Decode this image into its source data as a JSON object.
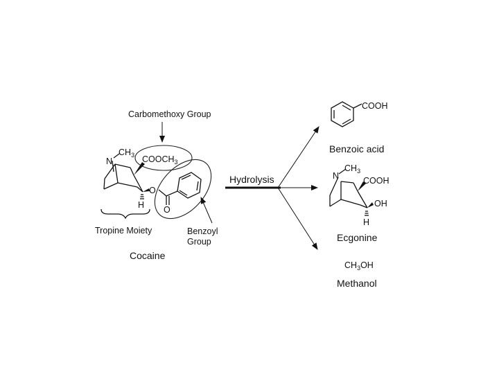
{
  "labels": {
    "carbomethoxy": "Carbomethoxy  Group",
    "tropine": "Tropine Moiety",
    "benzoyl_line1": "Benzoyl",
    "benzoyl_line2": "Group",
    "cocaine": "Cocaine",
    "hydrolysis": "Hydrolysis",
    "benzoic_acid": "Benzoic acid",
    "ecgonine": "Ecgonine",
    "methanol": "Methanol"
  },
  "atoms": {
    "cocaine_n": "N",
    "cocaine_ch": "CH",
    "cocaine_ch_sub": "3",
    "cocaine_ester": "COOCH",
    "cocaine_ester_sub": "3",
    "cocaine_o": "O",
    "cocaine_carbonyl_o": "O",
    "cocaine_h": "H",
    "benzoic_cooh": "COOH",
    "ecg_n": "N",
    "ecg_ch": "CH",
    "ecg_ch_sub": "3",
    "ecg_cooh": "COOH",
    "ecg_oh": "OH",
    "ecg_h": "H",
    "methanol_ch": "CH",
    "methanol_sub": "3",
    "methanol_oh": "OH"
  }
}
